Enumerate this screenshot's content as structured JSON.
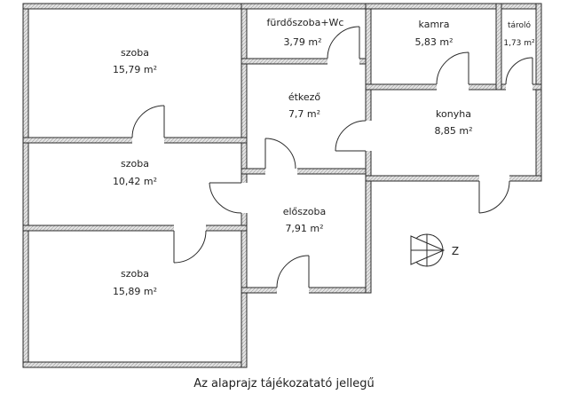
{
  "rooms": [
    {
      "name": "szoba",
      "area": "15,79 m²"
    },
    {
      "name": "fürdőszoba+Wc",
      "area": "3,79 m²"
    },
    {
      "name": "kamra",
      "area": "5,83 m²"
    },
    {
      "name": "tároló",
      "area": "1,73 m²"
    },
    {
      "name": "étkező",
      "area": "7,7 m²"
    },
    {
      "name": "konyha",
      "area": "8,85 m²"
    },
    {
      "name": "szoba",
      "area": "10,42 m²"
    },
    {
      "name": "előszoba",
      "area": "7,91 m²"
    },
    {
      "name": "szoba",
      "area": "15,89 m²"
    }
  ],
  "compass": {
    "label": "Z"
  },
  "caption": "Az alaprajz tájékozatató jellegű",
  "colors": {
    "wall_fill": "#d6d6d6",
    "wall_stroke": "#2a2a2a",
    "text": "#222222",
    "background": "#ffffff"
  }
}
